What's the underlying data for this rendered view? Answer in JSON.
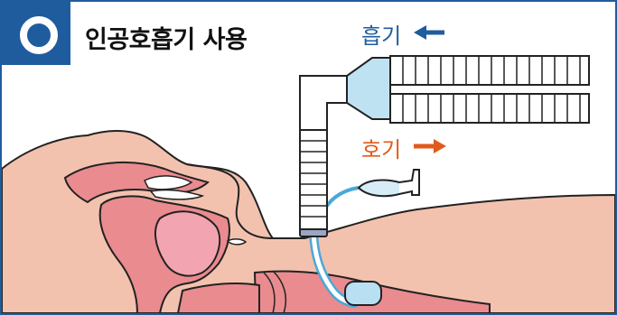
{
  "title": "인공호흡기 사용",
  "labels": {
    "inhale": "흡기",
    "exhale": "호기"
  },
  "colors": {
    "frame": "#1f5c9e",
    "inhale_arrow": "#1f5c9e",
    "exhale_arrow": "#e15a1b",
    "skin": "#f3c2ae",
    "tissue": "#e98b8f",
    "tube_blue": "#4aa8d8"
  },
  "icons": {
    "inhale_arrow": "arrow-left-icon",
    "exhale_arrow": "arrow-right-icon"
  }
}
